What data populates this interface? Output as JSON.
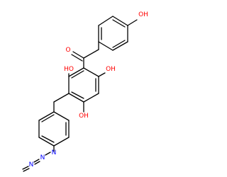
{
  "molecule": {
    "atom_colors": {
      "O": "#ff0000",
      "N": "#0000ff",
      "C": "#000000"
    },
    "labels": {
      "oh_top": "OH",
      "ketone_o": "O",
      "oh_left": "HO",
      "oh_right": "OH",
      "oh_bottom": "OH",
      "azide_n1": "N",
      "azide_n2": "N",
      "azide_n3": "N"
    }
  }
}
